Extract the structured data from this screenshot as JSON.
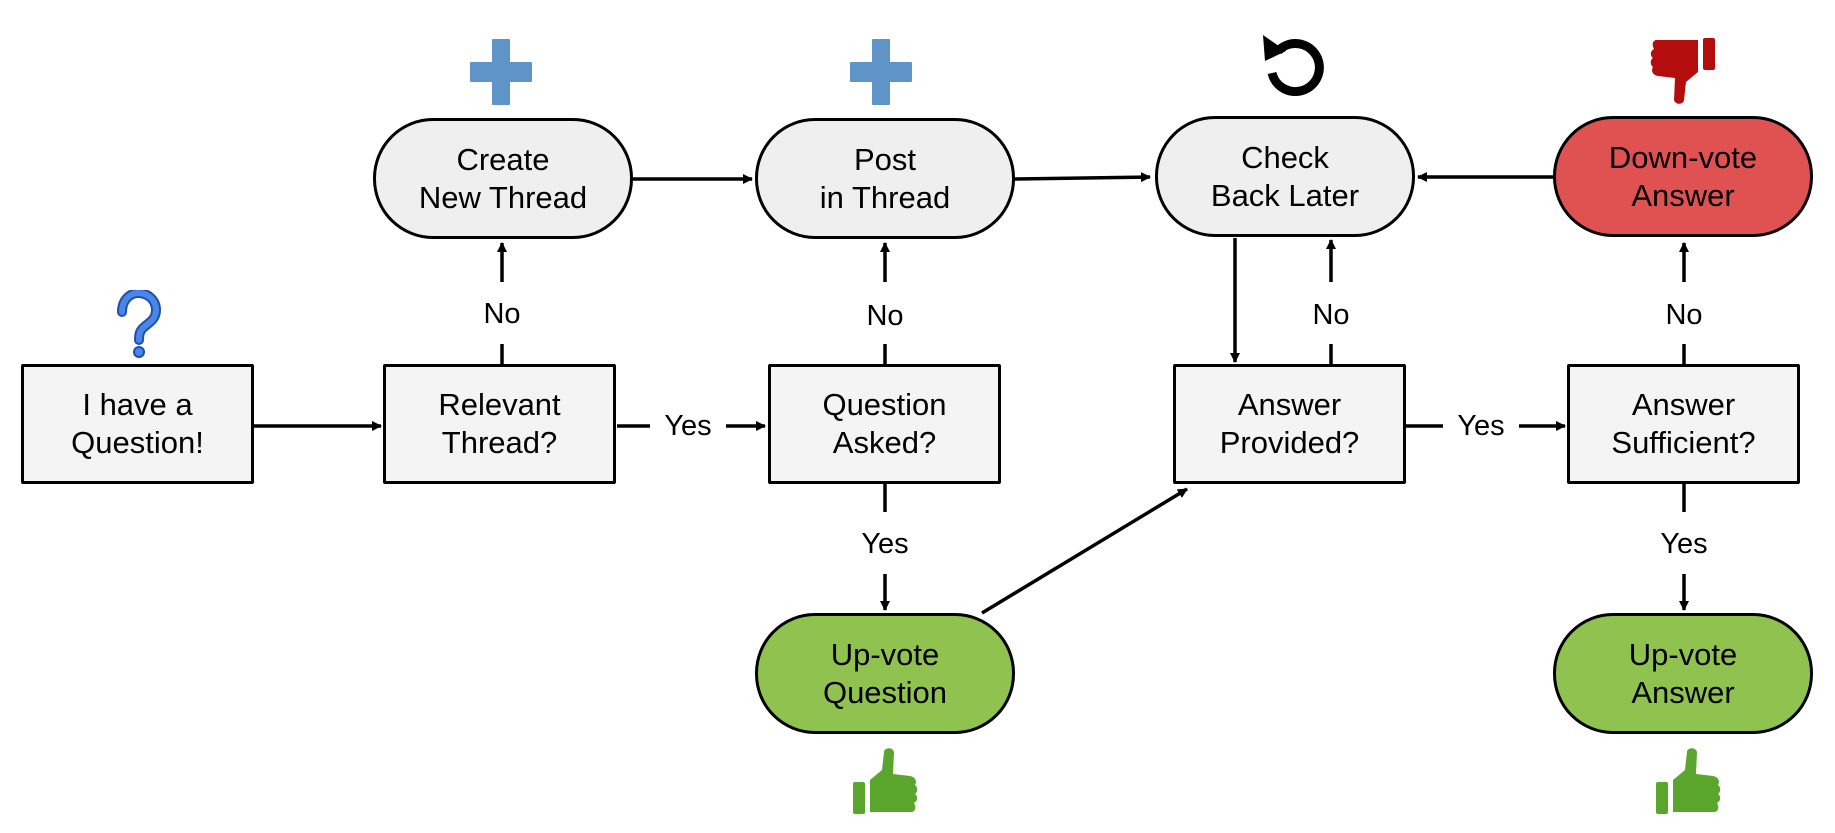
{
  "nodes": {
    "start": [
      "I have a",
      "Question!"
    ],
    "relevant": [
      "Relevant",
      "Thread?"
    ],
    "question_asked": [
      "Question",
      "Asked?"
    ],
    "answer_provided": [
      "Answer",
      "Provided?"
    ],
    "answer_sufficient": [
      "Answer",
      "Sufficient?"
    ],
    "create_thread": [
      "Create",
      "New Thread"
    ],
    "post_thread": [
      "Post",
      "in Thread"
    ],
    "check_back": [
      "Check",
      "Back Later"
    ],
    "downvote_answer": [
      "Down-vote",
      "Answer"
    ],
    "upvote_question": [
      "Up-vote",
      "Question"
    ],
    "upvote_answer": [
      "Up-vote",
      "Answer"
    ]
  },
  "edge_labels": {
    "yes": "Yes",
    "no": "No"
  },
  "colors": {
    "box_fill": "#f4f4f4",
    "pill_fill": "#efefef",
    "green": "#8fc24f",
    "red": "#e05252",
    "plus_blue": "#5f94c9",
    "question_blue": "#3e74d9",
    "thumb_green": "#5aa52c",
    "thumb_red": "#b30d0d"
  },
  "icons": [
    "question-mark-icon",
    "plus-icon",
    "refresh-icon",
    "thumbs-down-icon",
    "thumbs-up-icon"
  ]
}
